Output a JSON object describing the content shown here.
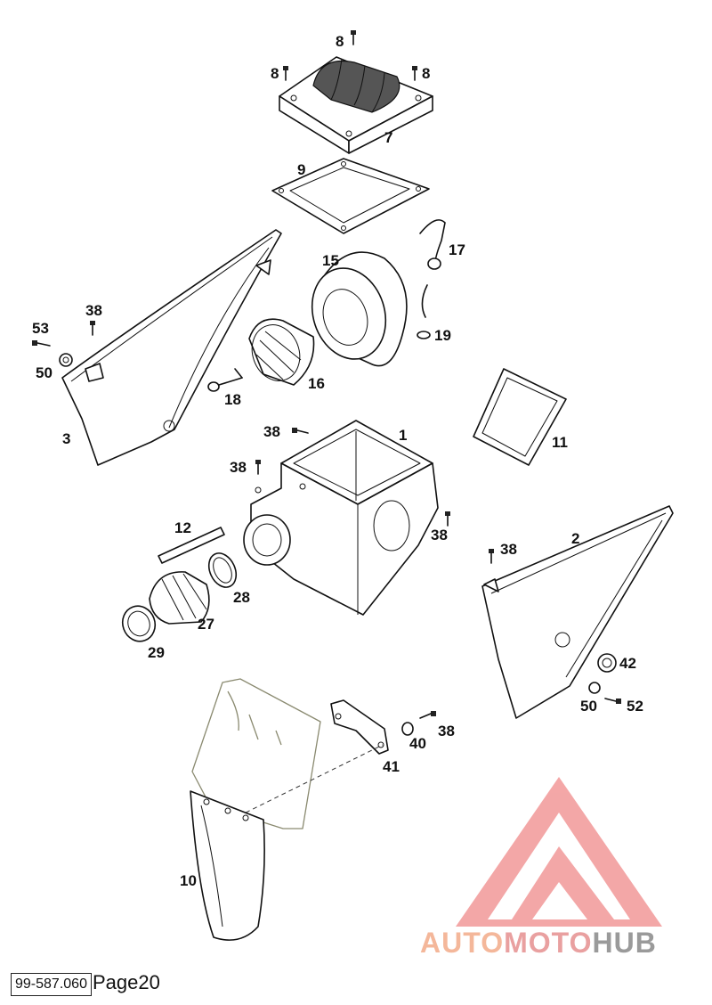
{
  "callouts": {
    "c1": "1",
    "c2": "2",
    "c3": "3",
    "c7": "7",
    "c8a": "8",
    "c8b": "8",
    "c8c": "8",
    "c9": "9",
    "c10": "10",
    "c11": "11",
    "c12": "12",
    "c15": "15",
    "c16": "16",
    "c17": "17",
    "c18": "18",
    "c19": "19",
    "c27": "27",
    "c28": "28",
    "c29": "29",
    "c38a": "38",
    "c38b": "38",
    "c38c": "38",
    "c38d": "38",
    "c38e": "38",
    "c38f": "38",
    "c40": "40",
    "c41": "41",
    "c42": "42",
    "c50a": "50",
    "c50b": "50",
    "c52": "52",
    "c53": "53"
  },
  "footer": {
    "code": "99-587.060",
    "page": "Page20"
  },
  "watermark": {
    "part1": "AUTO",
    "part2": "MOTO",
    "part3": "HUB",
    "colors": {
      "auto": "#f4b79a",
      "moto": "#e9a0a0",
      "hub": "#9a9a9a",
      "logo": "#f08a8a"
    }
  }
}
